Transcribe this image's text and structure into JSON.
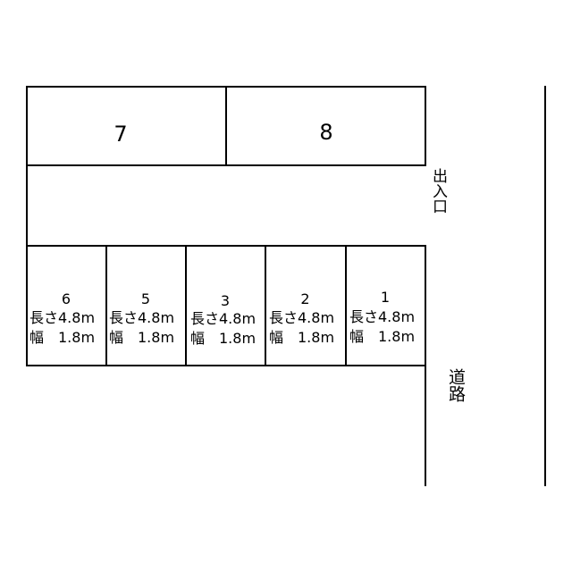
{
  "lots_top": [
    {
      "number": "7"
    },
    {
      "number": "8"
    }
  ],
  "spots": [
    {
      "number": "6",
      "length": "長さ4.8m",
      "width": "幅　1.8m"
    },
    {
      "number": "5",
      "length": "長さ4.8m",
      "width": "幅　1.8m"
    },
    {
      "number": "3",
      "length": "長さ4.8m",
      "width": "幅　1.8m"
    },
    {
      "number": "2",
      "length": "長さ4.8m",
      "width": "幅　1.8m"
    },
    {
      "number": "1",
      "length": "長さ4.8m",
      "width": "幅　1.8m"
    }
  ],
  "entrance_label": "出入口",
  "road_label": "道路"
}
